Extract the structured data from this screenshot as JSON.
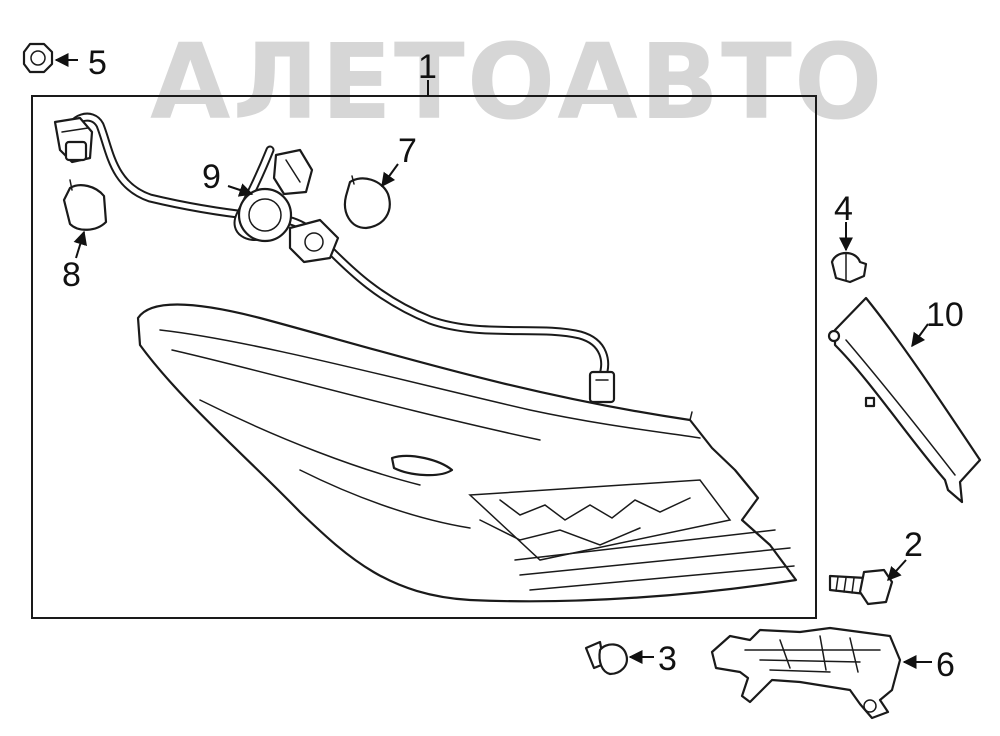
{
  "watermark": {
    "text": "АЛЕТОАВТО"
  },
  "callouts": {
    "c1": "1",
    "c2": "2",
    "c3": "3",
    "c4": "4",
    "c5": "5",
    "c6": "6",
    "c7": "7",
    "c8": "8",
    "c9": "9",
    "c10": "10"
  },
  "colors": {
    "line": "#1a1a1a",
    "watermark": "#c9c9c9",
    "background": "#ffffff"
  }
}
